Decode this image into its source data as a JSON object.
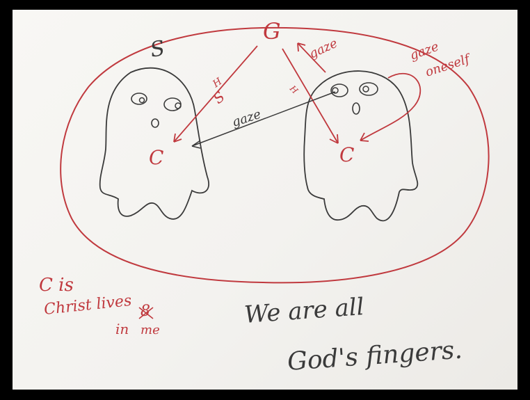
{
  "colors": {
    "ink_red": "#c0393e",
    "ink_black": "#3a3a3a",
    "paper": "#f6f5f2",
    "frame": "#000000"
  },
  "diagram": {
    "god_label": "G",
    "christ_label": "C",
    "holy_spirit_label": "H",
    "spirit_symbol": "S",
    "gaze_label": "gaze",
    "gaze_oneself_line1": "gaze",
    "gaze_oneself_line2": "oneself",
    "note_c_is": "C is",
    "note_christ_lives": "Christ lives",
    "note_in": "in",
    "note_crossed": "8",
    "note_me": "me",
    "slogan_line1": "We are all",
    "slogan_line2": "God's fingers."
  }
}
